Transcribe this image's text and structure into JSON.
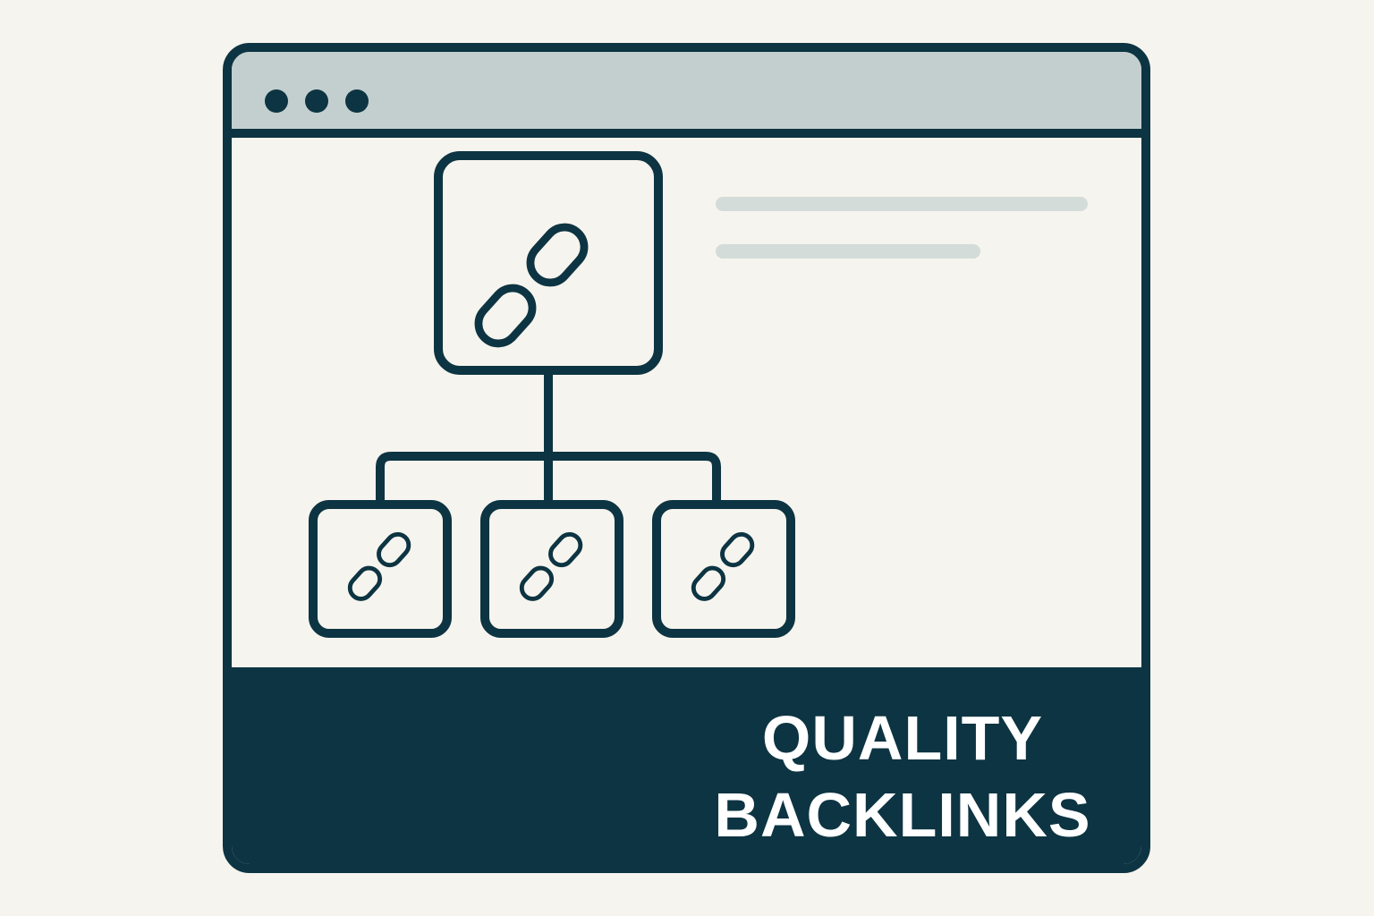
{
  "colors": {
    "background": "#f6f4ee",
    "frame": "#0d3442",
    "title_bar": "#c3cfce",
    "placeholder_line": "#d3dcd9",
    "footer_text": "#ffffff"
  },
  "window": {
    "control_dots": [
      "dot",
      "dot",
      "dot"
    ]
  },
  "diagram": {
    "root_icon": "link-icon",
    "child_icons": [
      "link-icon",
      "link-icon",
      "link-icon"
    ]
  },
  "footer": {
    "title_line1": "QUALITY",
    "title_line2": "BACKLINKS"
  }
}
